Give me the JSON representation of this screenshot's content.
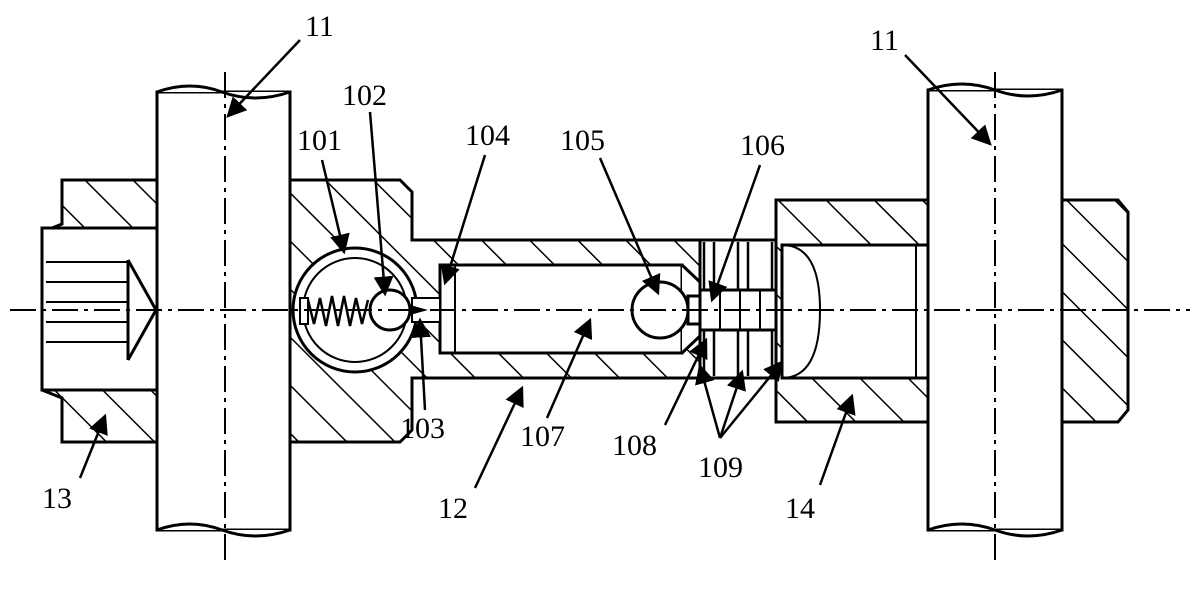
{
  "figure": {
    "labels": {
      "l11a": "11",
      "l11b": "11",
      "l101": "101",
      "l102": "102",
      "l103": "103",
      "l104": "104",
      "l105": "105",
      "l106": "106",
      "l107": "107",
      "l108": "108",
      "l109": "109",
      "l12": "12",
      "l13": "13",
      "l14": "14"
    },
    "colors": {
      "ink": "#000000",
      "paper": "#ffffff"
    }
  }
}
